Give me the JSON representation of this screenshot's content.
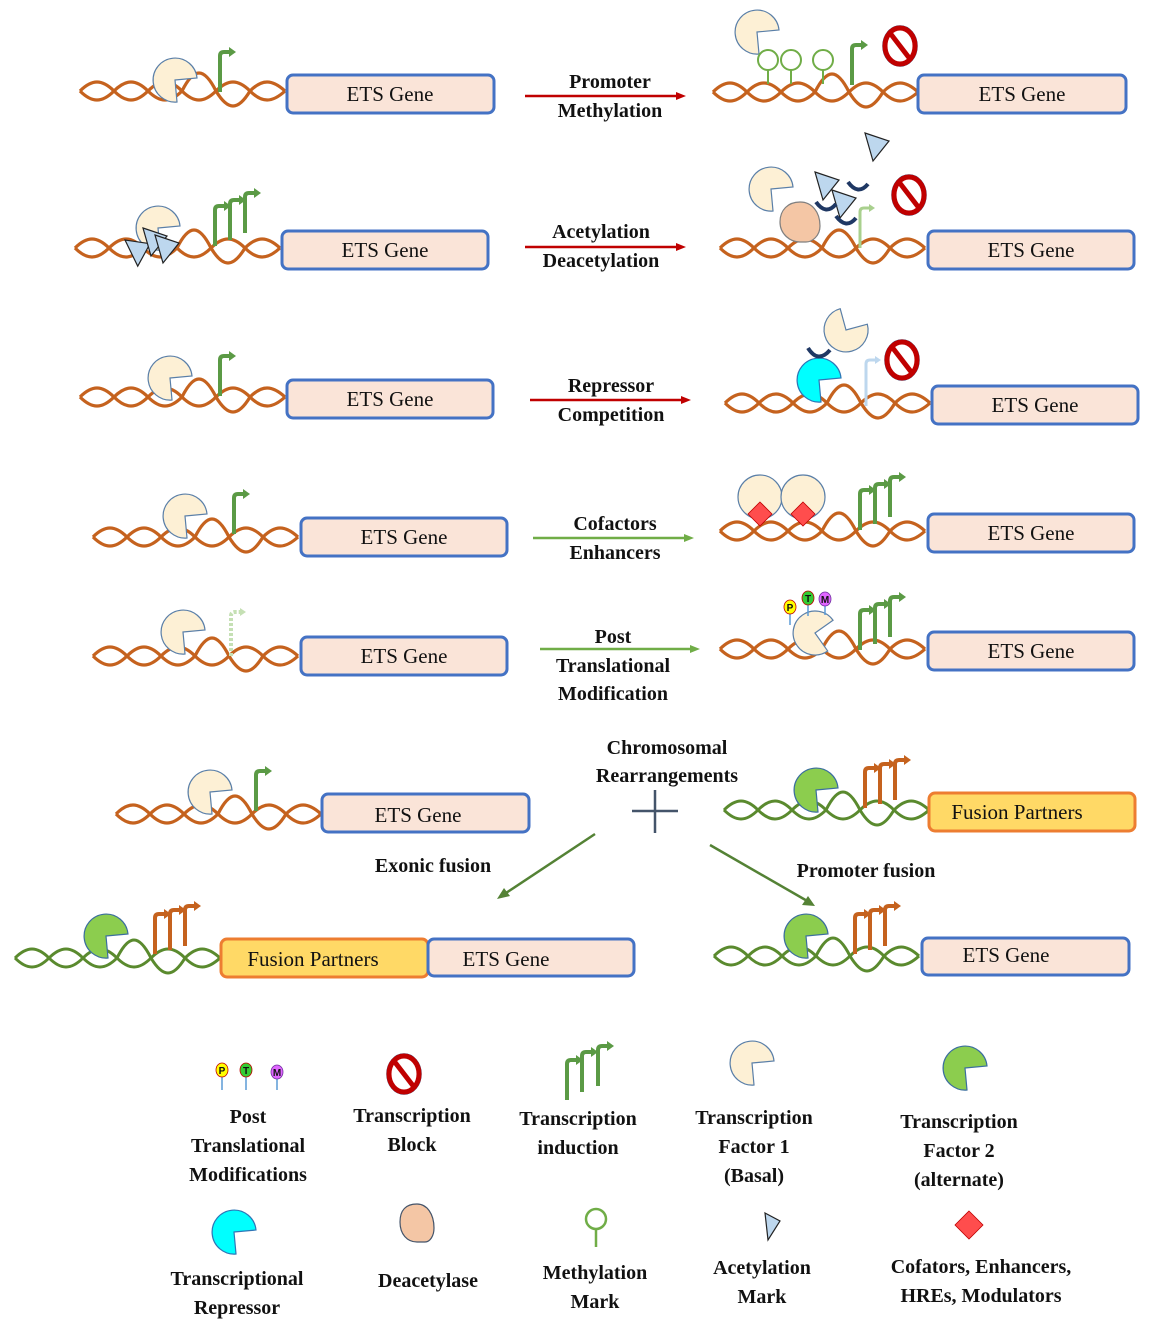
{
  "title": "ETS gene regulation mechanisms",
  "colors": {
    "dna_orange": "#c5621e",
    "dna_green": "#5a8a2e",
    "gene_fill": "#fae4d8",
    "gene_border": "#4472c4",
    "fusion_fill": "#ffd966",
    "fusion_border": "#ed7d31",
    "arrow_red": "#c00000",
    "arrow_green": "#70ad47",
    "tf1": "#fdf0d5",
    "tf2": "#8ccd4e",
    "repressor": "#00ffff",
    "deacetylase": "#f4c6a5",
    "acetyl": "#bdd7ee",
    "cofactor": "#ff4d4d",
    "block": "#c00000"
  },
  "rows": [
    {
      "id": "methylation",
      "label_lines": [
        "Promoter",
        "Methylation"
      ],
      "arrow": "red",
      "left_gene": "ETS Gene",
      "right_gene": "ETS Gene"
    },
    {
      "id": "acetylation",
      "label_lines": [
        "Acetylation",
        "Deacetylation"
      ],
      "arrow": "red",
      "left_gene": "ETS Gene",
      "right_gene": "ETS Gene"
    },
    {
      "id": "repressor",
      "label_lines": [
        "Repressor",
        "Competition"
      ],
      "arrow": "red",
      "left_gene": "ETS Gene",
      "right_gene": "ETS Gene"
    },
    {
      "id": "cofactors",
      "label_lines": [
        "Cofactors",
        "Enhancers"
      ],
      "arrow": "green",
      "left_gene": "ETS Gene",
      "right_gene": "ETS Gene"
    },
    {
      "id": "ptm",
      "label_lines": [
        "Post",
        "Translational",
        "Modification"
      ],
      "arrow": "green",
      "left_gene": "ETS Gene",
      "right_gene": "ETS Gene"
    }
  ],
  "rearrangement": {
    "label_lines": [
      "Chromosomal",
      "Rearrangements"
    ],
    "ets_gene": "ETS Gene",
    "fusion_partner": "Fusion Partners",
    "exonic_label": "Exonic fusion",
    "promoter_label": "Promoter fusion",
    "exonic_result": {
      "partner": "Fusion Partners",
      "gene": "ETS Gene"
    },
    "promoter_result": {
      "gene": "ETS Gene"
    }
  },
  "ptm_letters": [
    "P",
    "T",
    "M"
  ],
  "legend": [
    {
      "icon": "ptm-icon",
      "lines": [
        "Post",
        "Translational",
        "Modifications"
      ]
    },
    {
      "icon": "transcription-block-icon",
      "lines": [
        "Transcription",
        "Block"
      ]
    },
    {
      "icon": "transcription-induction-icon",
      "lines": [
        "Transcription",
        "induction"
      ]
    },
    {
      "icon": "transcription-factor-1-icon",
      "lines": [
        "Transcription",
        "Factor 1",
        "(Basal)"
      ]
    },
    {
      "icon": "transcription-factor-2-icon",
      "lines": [
        "Transcription",
        "Factor 2",
        "(alternate)"
      ]
    },
    {
      "icon": "transcriptional-repressor-icon",
      "lines": [
        "Transcriptional",
        "Repressor"
      ]
    },
    {
      "icon": "deacetylase-icon",
      "lines": [
        "Deacetylase"
      ]
    },
    {
      "icon": "methylation-mark-icon",
      "lines": [
        "Methylation",
        "Mark"
      ]
    },
    {
      "icon": "acetylation-mark-icon",
      "lines": [
        "Acetylation",
        "Mark"
      ]
    },
    {
      "icon": "cofactor-icon",
      "lines": [
        "Cofators, Enhancers,",
        "HREs, Modulators"
      ]
    }
  ]
}
